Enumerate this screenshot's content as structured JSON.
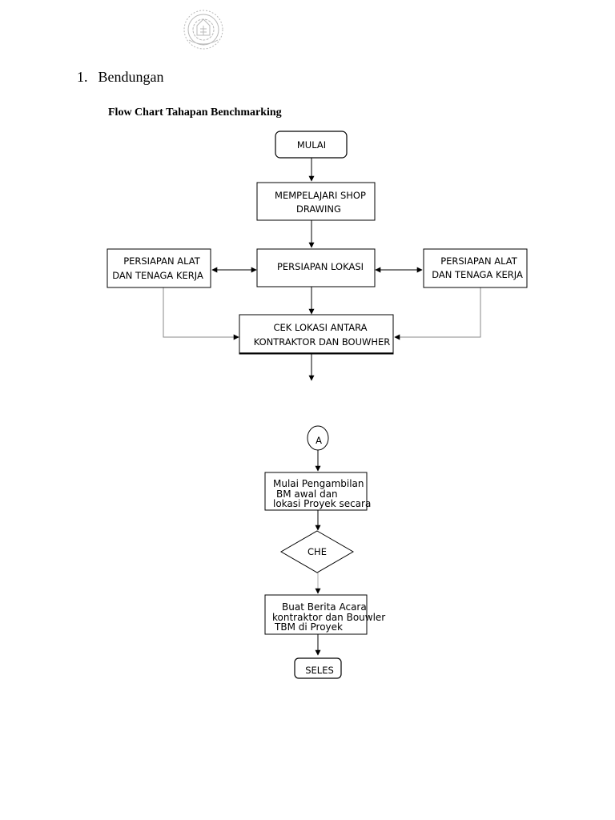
{
  "heading": {
    "number": "1.",
    "text": "Bendungan"
  },
  "subtitle": "Flow Chart Tahapan Benchmarking",
  "nodes": {
    "mulai": "MULAI",
    "shop_1": "MEMPELAJARI SHOP",
    "shop_2": "DRAWING",
    "lokasi": "PERSIAPAN LOKASI",
    "alat_left_1": "PERSIAPAN ALAT",
    "alat_left_2": "DAN TENAGA KERJA",
    "alat_right_1": "PERSIAPAN ALAT",
    "alat_right_2": "DAN TENAGA KERJA",
    "cek_1": "CEK LOKASI ANTARA",
    "cek_2": "KONTRAKTOR DAN BOUWHER",
    "connector_a": "A",
    "ambil_1": "Mulai Pengambilan",
    "ambil_2": "BM awal dan",
    "ambil_3": "lokasi Proyek secara",
    "che": "CHE",
    "berita_1": "Buat Berita Acara",
    "berita_2": "kontraktor dan Bouwler",
    "berita_3": "TBM di Proyek",
    "selesai": "SELES"
  }
}
